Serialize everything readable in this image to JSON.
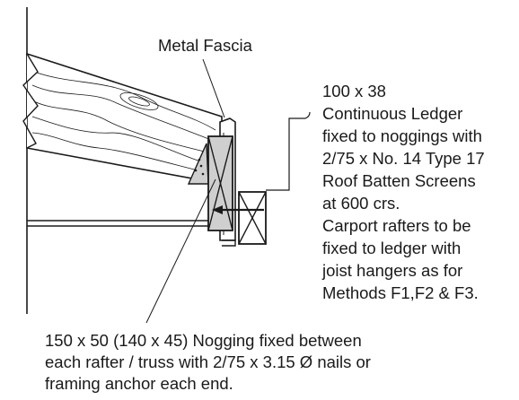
{
  "labels": {
    "fascia": "Metal Fascia",
    "ledger": [
      "100 x 38",
      "Continuous Ledger",
      "fixed to noggings with",
      "2/75 x No. 14 Type 17",
      "Roof Batten Screens",
      "at 600 crs.",
      "Carport rafters to be",
      "fixed to ledger with",
      "joist hangers as for",
      "Methods F1,F2  & F3."
    ],
    "nogging": [
      "150 x 50 (140 x 45) Nogging fixed between",
      "each rafter / truss with 2/75 x 3.15 Ø nails or",
      "framing anchor each end."
    ]
  },
  "colors": {
    "line": "#1a1a1a",
    "fill_grey": "#cfcfcf",
    "background": "#ffffff"
  }
}
